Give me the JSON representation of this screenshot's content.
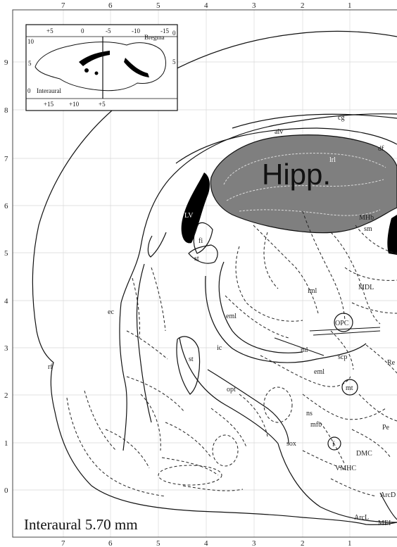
{
  "title": "Interaural 5.70 mm",
  "highlight": {
    "label": "Hipp.",
    "fill": "#7f7f7f"
  },
  "axes": {
    "x_ticks": [
      "7",
      "6",
      "5",
      "4",
      "3",
      "2",
      "1"
    ],
    "y_ticks": [
      "9",
      "8",
      "7",
      "6",
      "5",
      "4",
      "3",
      "2",
      "1",
      "0"
    ]
  },
  "inset": {
    "top_ticks": [
      "+5",
      "0",
      "-5",
      "-10",
      "-15"
    ],
    "bottom_ticks": [
      "+15",
      "+10",
      "+5"
    ],
    "left_ticks": [
      "10",
      "5",
      "0"
    ],
    "right_ticks": [
      "0",
      "5"
    ],
    "bregma_label": "Bregma",
    "interaural_label": "Interaural"
  },
  "labels": {
    "cg": "cg",
    "alv": "alv",
    "df": "df",
    "LV": "LV",
    "fi": "fi",
    "st_upper": "st",
    "st_lower": "st",
    "sm": "sm",
    "MHb": "MHb",
    "lrl": "lrl",
    "iml": "iml",
    "MDL": "MDL",
    "eml_upper": "eml",
    "eml_lower": "eml",
    "OPC": "OPC",
    "ec": "ec",
    "ic": "ic",
    "ml": "ml",
    "scp": "scp",
    "Re": "Re",
    "rf": "rf",
    "opt": "opt",
    "mt": "mt",
    "ns": "ns",
    "mfb": "mfb",
    "sox": "sox",
    "f": "f",
    "Pe": "Pe",
    "DMC": "DMC",
    "VMHC": "VMHC",
    "ArcD": "ArcD",
    "ArcL": "ArcL",
    "MEI": "MEI"
  }
}
